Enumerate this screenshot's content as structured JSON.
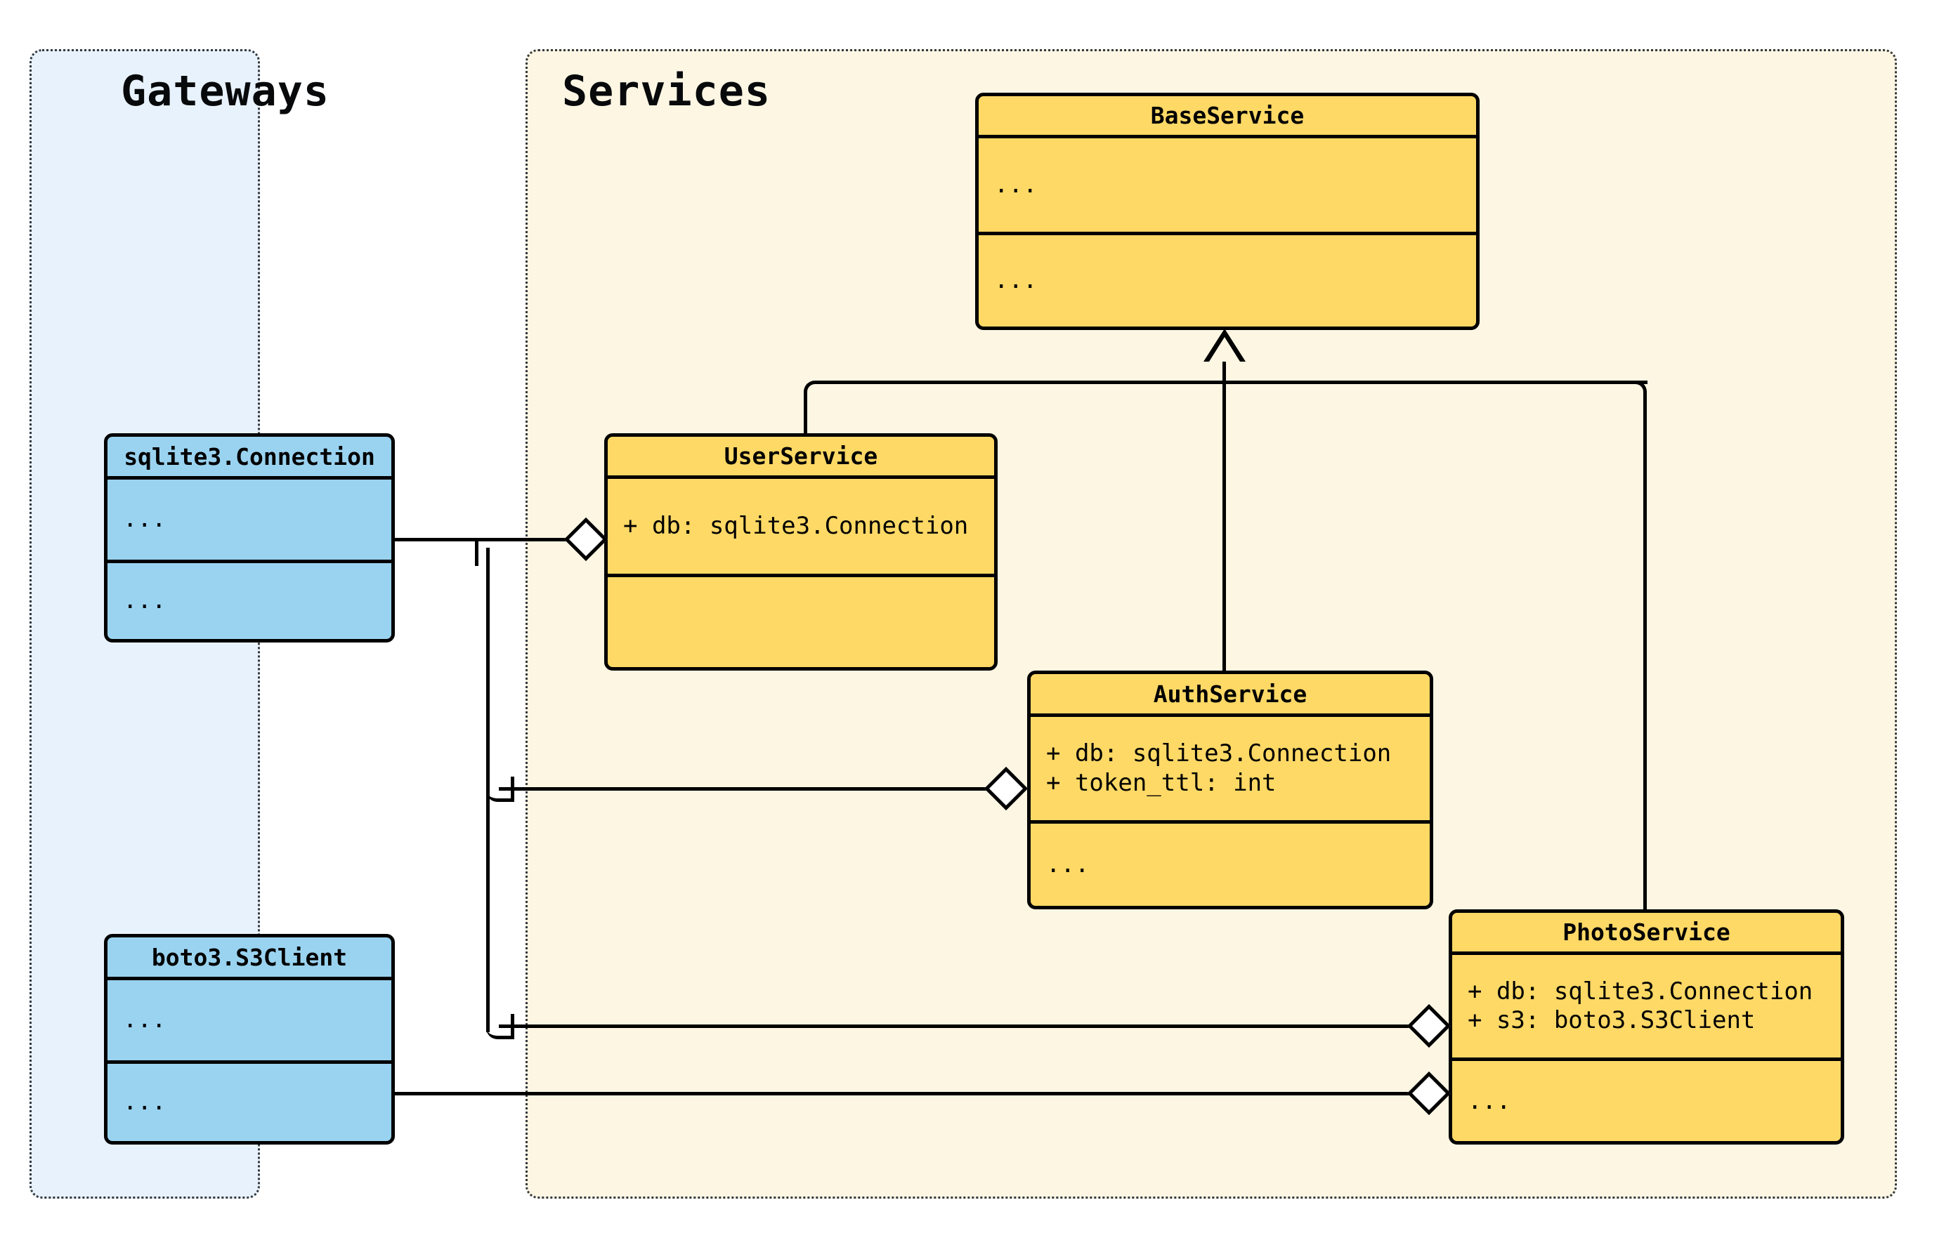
{
  "diagram": {
    "type": "uml-class-diagram",
    "colors": {
      "gateway_panel_bg": "#e8f2fd",
      "gateway_box_bg": "#9ad3f0",
      "service_panel_bg": "#fdf6e3",
      "service_box_bg": "#ffd966",
      "stroke": "#000000",
      "panel_border": "#33383d",
      "canvas_bg": "#ffffff"
    }
  },
  "packages": [
    {
      "id": "gateways",
      "title": "Gateways"
    },
    {
      "id": "services",
      "title": "Services"
    }
  ],
  "classes": {
    "sqlite_connection": {
      "name": "sqlite3.Connection",
      "attributes": "...",
      "methods": "..."
    },
    "boto3_s3client": {
      "name": "boto3.S3Client",
      "attributes": "...",
      "methods": "..."
    },
    "base_service": {
      "name": "BaseService",
      "attributes": "...",
      "methods": "..."
    },
    "user_service": {
      "name": "UserService",
      "attributes": "+ db: sqlite3.Connection",
      "methods": ""
    },
    "auth_service": {
      "name": "AuthService",
      "attributes": "+ db: sqlite3.Connection\n+ token_ttl: int",
      "methods": "..."
    },
    "photo_service": {
      "name": "PhotoService",
      "attributes": "+ db: sqlite3.Connection\n+ s3: boto3.S3Client",
      "methods": "..."
    }
  },
  "relationships": [
    {
      "kind": "inheritance",
      "from": "user_service",
      "to": "base_service"
    },
    {
      "kind": "inheritance",
      "from": "auth_service",
      "to": "base_service"
    },
    {
      "kind": "inheritance",
      "from": "photo_service",
      "to": "base_service"
    },
    {
      "kind": "aggregation",
      "from": "sqlite_connection",
      "to": "user_service"
    },
    {
      "kind": "aggregation",
      "from": "sqlite_connection",
      "to": "auth_service"
    },
    {
      "kind": "aggregation",
      "from": "sqlite_connection",
      "to": "photo_service"
    },
    {
      "kind": "aggregation",
      "from": "boto3_s3client",
      "to": "photo_service"
    }
  ]
}
